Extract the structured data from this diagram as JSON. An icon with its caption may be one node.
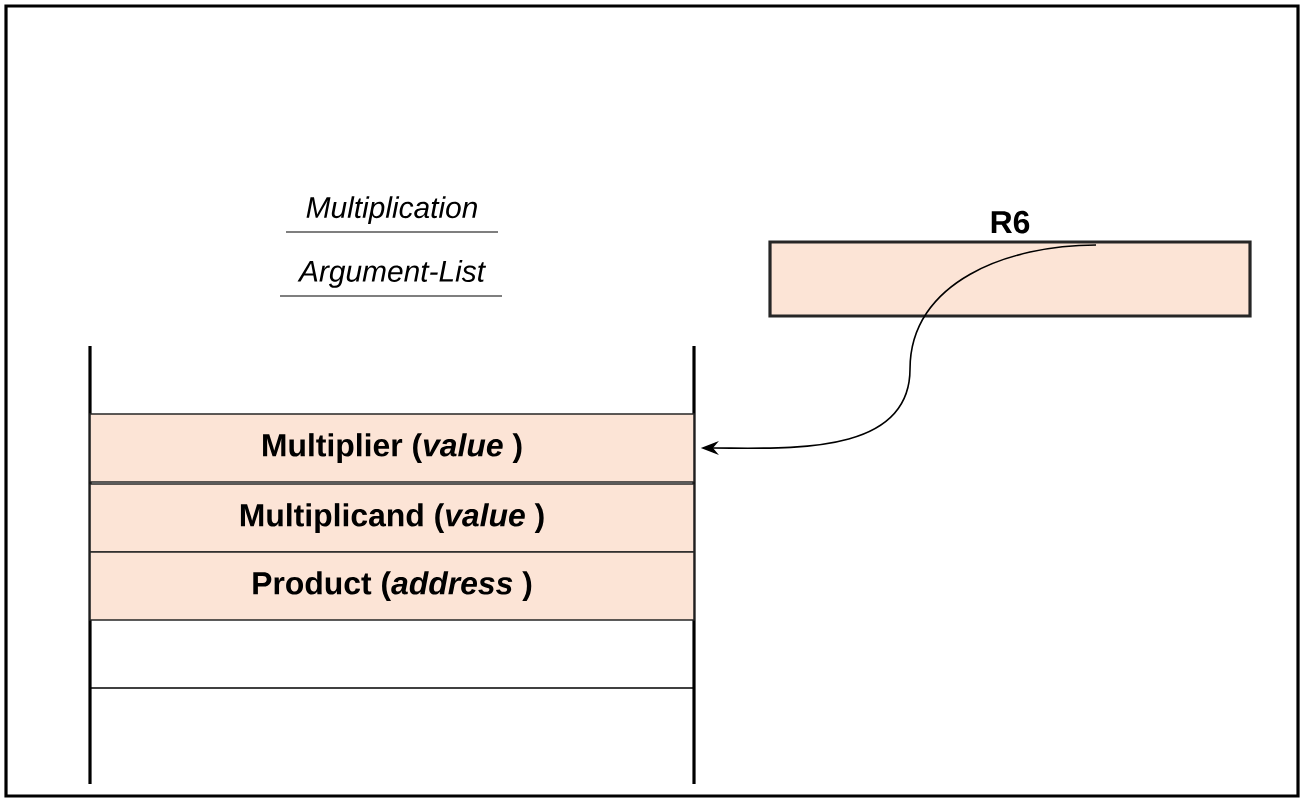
{
  "diagram": {
    "nodes": [
      {
        "text": [
          "R6"
        ]
      },
      {
        "text": [
          "Multiplier (*value* )"
        ]
      },
      {
        "text": [
          "Multiplicand (*value* )"
        ]
      },
      {
        "text": [
          "Product (*address* )"
        ]
      }
    ],
    "edges": [
      {
        "from": 0,
        "to": 1,
        "arrow": "to"
      }
    ],
    "labels": [
      "Multiplication Argument-List"
    ]
  }
}
